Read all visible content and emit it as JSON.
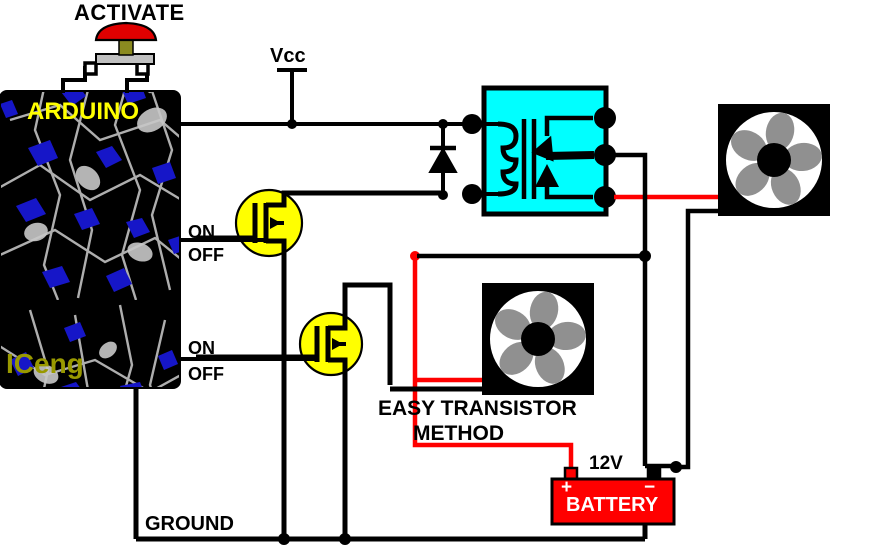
{
  "diagram": {
    "title": "Arduino relay and transistor fan driving circuit",
    "colors": {
      "wire": "#000000",
      "power_wire": "#ff0000",
      "relay_body": "#00ffff",
      "transistor_body": "#ffff00",
      "battery_body": "#ff0000",
      "board_body": "#000000",
      "board_label": "#ffff00",
      "watermark": "#999900",
      "fan_body": "#000000",
      "fan_disc": "#ffffff",
      "fan_blade": "#909090",
      "button_cap": "#e00000",
      "button_stem": "#8a8a20",
      "button_base": "#c0c0c0"
    }
  },
  "labels": {
    "activate": "ACTIVATE",
    "vcc": "Vcc",
    "ground": "GROUND",
    "easy_method_line1": "EASY TRANSISTOR",
    "easy_method_line2": "METHOD",
    "battery_voltage": "12V",
    "battery_name": "BATTERY",
    "battery_plus": "+",
    "battery_minus": "−",
    "board_name": "ARDUINO",
    "watermark": "ICeng"
  },
  "pins": {
    "relay_on": "ON",
    "relay_off": "OFF",
    "transistor_on": "ON",
    "transistor_off": "OFF"
  },
  "components": [
    {
      "id": "arduino-board",
      "name": "ARDUINO",
      "type": "microcontroller-board"
    },
    {
      "id": "activate-button",
      "name": "ACTIVATE",
      "type": "push-button"
    },
    {
      "id": "relay-module",
      "name": "relay",
      "type": "spdt-relay"
    },
    {
      "id": "flyback-diode",
      "name": "flyback diode",
      "type": "diode"
    },
    {
      "id": "mosfet-top",
      "name": "relay driver",
      "type": "n-channel-mosfet"
    },
    {
      "id": "mosfet-bottom",
      "name": "fan driver",
      "type": "n-channel-mosfet"
    },
    {
      "id": "fan-relay",
      "name": "relay fan",
      "type": "dc-fan"
    },
    {
      "id": "fan-transistor",
      "name": "transistor fan",
      "type": "dc-fan"
    },
    {
      "id": "battery",
      "name": "12V BATTERY",
      "type": "battery"
    }
  ]
}
